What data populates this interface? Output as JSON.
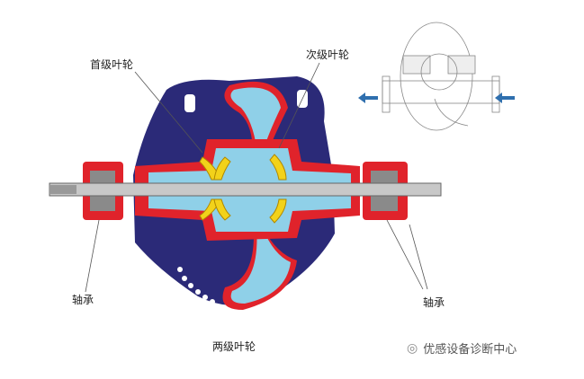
{
  "labels": {
    "first_stage_impeller": "首级叶轮",
    "second_stage_impeller": "次级叶轮",
    "bearing_left": "轴承",
    "bearing_right": "轴承",
    "two_stage_impeller": "两级叶轮"
  },
  "watermark": {
    "text": "优感设备诊断中心",
    "icon": "wechat-icon"
  },
  "colors": {
    "casing": "#2b2a78",
    "housing": "#e0232b",
    "channel": "#8fd0e8",
    "impeller": "#f2d21a",
    "shaft": "#c8c8c8",
    "arrow": "#2f6fae"
  }
}
